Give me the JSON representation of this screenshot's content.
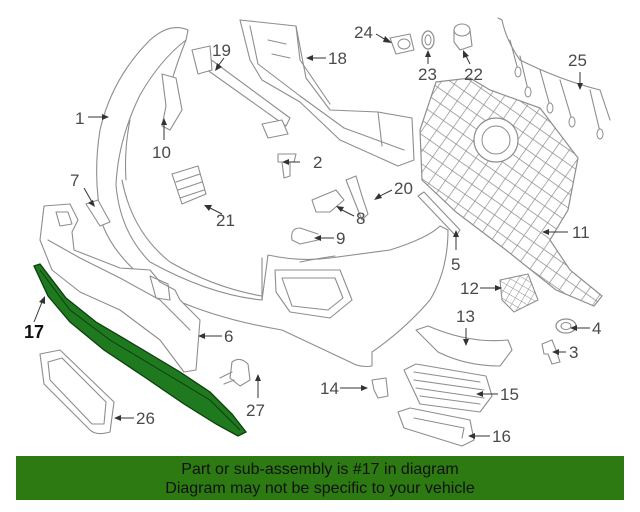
{
  "diagram": {
    "callouts": [
      "1",
      "2",
      "3",
      "4",
      "5",
      "6",
      "7",
      "8",
      "9",
      "10",
      "11",
      "12",
      "13",
      "14",
      "15",
      "16",
      "17",
      "18",
      "19",
      "20",
      "21",
      "22",
      "23",
      "24",
      "25",
      "26",
      "27"
    ],
    "highlighted_part": "17",
    "highlight_color": "#1f7a1f"
  },
  "banner": {
    "line1": "Part or sub-assembly is #17 in diagram",
    "line2": "Diagram may not be specific to your vehicle",
    "background": "#2c7a11"
  }
}
